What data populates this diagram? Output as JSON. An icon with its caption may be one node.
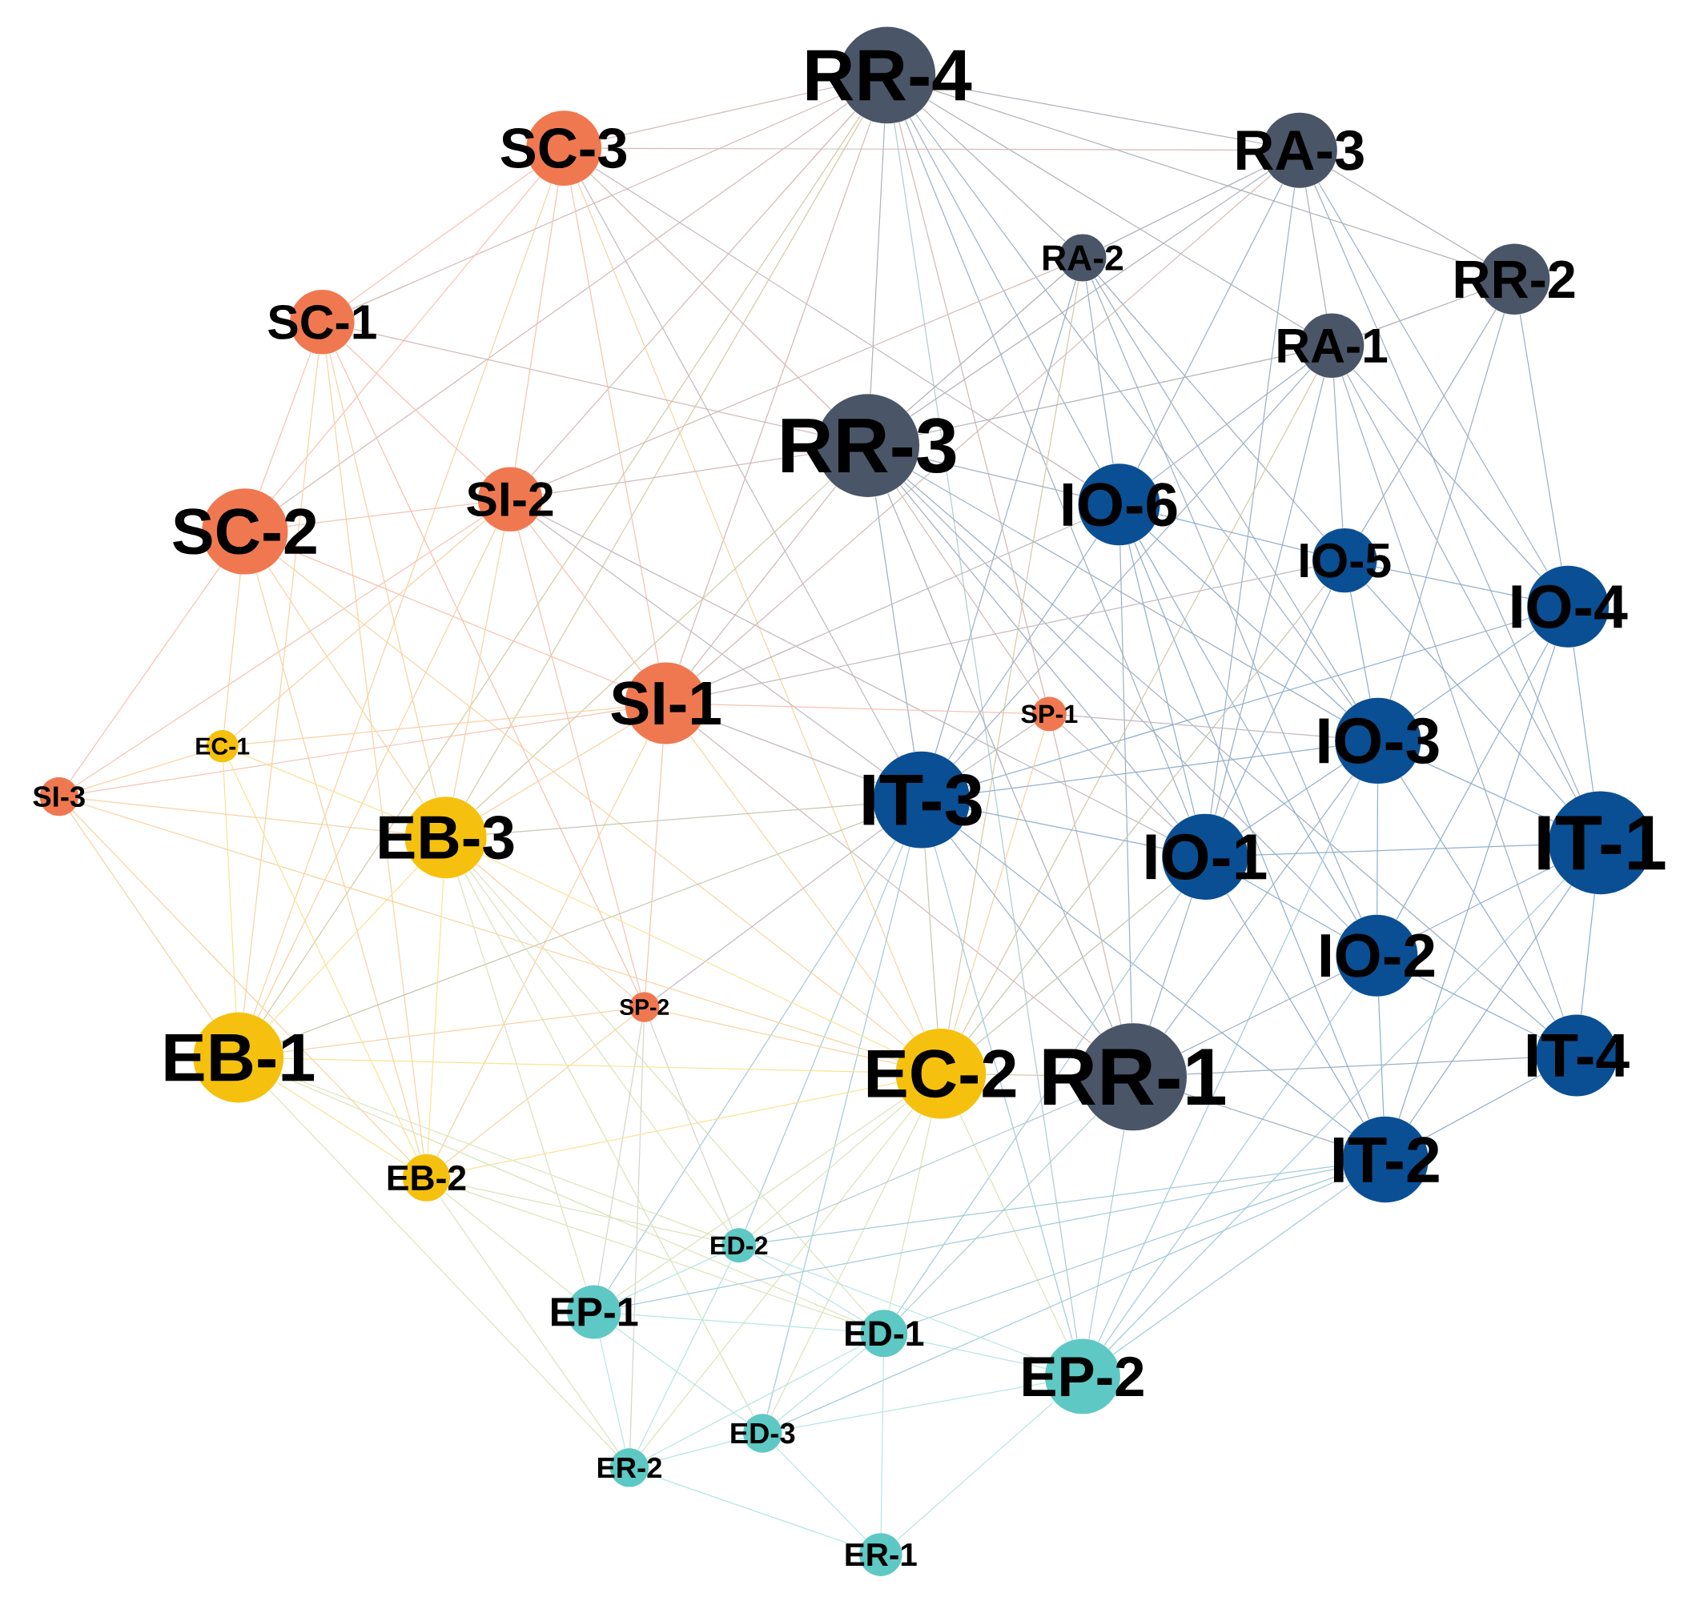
{
  "diagram": {
    "nodes": [
      {
        "text": [
          "RR-4"
        ]
      },
      {
        "text": [
          "SC-3"
        ]
      },
      {
        "text": [
          "RA-3"
        ]
      },
      {
        "text": [
          "RA-2"
        ]
      },
      {
        "text": [
          "RR-2"
        ]
      },
      {
        "text": [
          "SC-1"
        ]
      },
      {
        "text": [
          "RA-1"
        ]
      },
      {
        "text": [
          "RR-3"
        ]
      },
      {
        "text": [
          "SI-2"
        ]
      },
      {
        "text": [
          "IO-6"
        ]
      },
      {
        "text": [
          "SC-2"
        ]
      },
      {
        "text": [
          "IO-5"
        ]
      },
      {
        "text": [
          "IO-4"
        ]
      },
      {
        "text": [
          "SI-1"
        ]
      },
      {
        "text": [
          "SP-1"
        ]
      },
      {
        "text": [
          "EC-1"
        ]
      },
      {
        "text": [
          "IO-3"
        ]
      },
      {
        "text": [
          "IT-3"
        ]
      },
      {
        "text": [
          "SI-3"
        ]
      },
      {
        "text": [
          "EB-3"
        ]
      },
      {
        "text": [
          "IT-1"
        ]
      },
      {
        "text": [
          "IO-1"
        ]
      },
      {
        "text": [
          "IO-2"
        ]
      },
      {
        "text": [
          "SP-2"
        ]
      },
      {
        "text": [
          "EB-1"
        ]
      },
      {
        "text": [
          "EC-2"
        ]
      },
      {
        "text": [
          "IT-4"
        ]
      },
      {
        "text": [
          "RR-1"
        ]
      },
      {
        "text": [
          "IT-2"
        ]
      },
      {
        "text": [
          "EB-2"
        ]
      },
      {
        "text": [
          "ED-2"
        ]
      },
      {
        "text": [
          "EP-1"
        ]
      },
      {
        "text": [
          "ED-1"
        ]
      },
      {
        "text": [
          "EP-2"
        ]
      },
      {
        "text": [
          "ED-3"
        ]
      },
      {
        "text": [
          "ER-2"
        ]
      },
      {
        "text": [
          "ER-1"
        ]
      }
    ],
    "edges": [
      {
        "from": 0,
        "to": 1,
        "arrow": "none",
        "color": "#d3bab6"
      },
      {
        "from": 0,
        "to": 2,
        "arrow": "none",
        "color": "#aeb2bb"
      },
      {
        "from": 0,
        "to": 3,
        "arrow": "none",
        "color": "#aeb2bb"
      },
      {
        "from": 0,
        "to": 4,
        "arrow": "none",
        "color": "#aeb2bb"
      },
      {
        "from": 0,
        "to": 5,
        "arrow": "none",
        "color": "#d3bab6"
      },
      {
        "from": 0,
        "to": 6,
        "arrow": "none",
        "color": "#aeb2bb"
      },
      {
        "from": 0,
        "to": 7,
        "arrow": "none",
        "color": "#aeb2bb"
      },
      {
        "from": 0,
        "to": 8,
        "arrow": "none",
        "color": "#d3bab6"
      },
      {
        "from": 0,
        "to": 9,
        "arrow": "none",
        "color": "#9fb1c5"
      },
      {
        "from": 0,
        "to": 10,
        "arrow": "none",
        "color": "#d3bab6"
      },
      {
        "from": 0,
        "to": 13,
        "arrow": "none",
        "color": "#d3bab6"
      },
      {
        "from": 0,
        "to": 14,
        "arrow": "none",
        "color": "#d3bab6"
      },
      {
        "from": 0,
        "to": 16,
        "arrow": "none",
        "color": "#9fb1c5"
      },
      {
        "from": 0,
        "to": 19,
        "arrow": "none",
        "color": "#d4cba7"
      },
      {
        "from": 0,
        "to": 21,
        "arrow": "none",
        "color": "#9fb1c5"
      },
      {
        "from": 0,
        "to": 24,
        "arrow": "none",
        "color": "#d4cba7"
      },
      {
        "from": 0,
        "to": 33,
        "arrow": "none",
        "color": "#b2ccd0"
      },
      {
        "from": 1,
        "to": 2,
        "arrow": "none",
        "color": "#d3bab6"
      },
      {
        "from": 1,
        "to": 5,
        "arrow": "none",
        "color": "#f8c2b0"
      },
      {
        "from": 1,
        "to": 7,
        "arrow": "none",
        "color": "#d3bab6"
      },
      {
        "from": 1,
        "to": 8,
        "arrow": "none",
        "color": "#f8c2b0"
      },
      {
        "from": 1,
        "to": 9,
        "arrow": "none",
        "color": "#c4b9c0"
      },
      {
        "from": 1,
        "to": 10,
        "arrow": "none",
        "color": "#f8c2b0"
      },
      {
        "from": 1,
        "to": 13,
        "arrow": "none",
        "color": "#f8c2b0"
      },
      {
        "from": 1,
        "to": 17,
        "arrow": "none",
        "color": "#c4b9c0"
      },
      {
        "from": 1,
        "to": 24,
        "arrow": "none",
        "color": "#f9d3a1"
      },
      {
        "from": 1,
        "to": 25,
        "arrow": "none",
        "color": "#f9d3a1"
      },
      {
        "from": 2,
        "to": 3,
        "arrow": "none",
        "color": "#aeb2bb"
      },
      {
        "from": 2,
        "to": 4,
        "arrow": "none",
        "color": "#aeb2bb"
      },
      {
        "from": 2,
        "to": 6,
        "arrow": "none",
        "color": "#aeb2bb"
      },
      {
        "from": 2,
        "to": 7,
        "arrow": "none",
        "color": "#aeb2bb"
      },
      {
        "from": 2,
        "to": 9,
        "arrow": "none",
        "color": "#9fb1c5"
      },
      {
        "from": 2,
        "to": 12,
        "arrow": "none",
        "color": "#9fb1c5"
      },
      {
        "from": 2,
        "to": 13,
        "arrow": "none",
        "color": "#d3bab6"
      },
      {
        "from": 2,
        "to": 20,
        "arrow": "none",
        "color": "#9fb1c5"
      },
      {
        "from": 2,
        "to": 21,
        "arrow": "none",
        "color": "#9fb1c5"
      },
      {
        "from": 3,
        "to": 7,
        "arrow": "none",
        "color": "#aeb2bb"
      },
      {
        "from": 3,
        "to": 8,
        "arrow": "none",
        "color": "#d3bab6"
      },
      {
        "from": 3,
        "to": 9,
        "arrow": "none",
        "color": "#9fb1c5"
      },
      {
        "from": 3,
        "to": 11,
        "arrow": "none",
        "color": "#9fb1c5"
      },
      {
        "from": 3,
        "to": 16,
        "arrow": "none",
        "color": "#9fb1c5"
      },
      {
        "from": 3,
        "to": 17,
        "arrow": "none",
        "color": "#9fb1c5"
      },
      {
        "from": 3,
        "to": 22,
        "arrow": "none",
        "color": "#9fb1c5"
      },
      {
        "from": 3,
        "to": 25,
        "arrow": "none",
        "color": "#d4cba7"
      },
      {
        "from": 4,
        "to": 6,
        "arrow": "none",
        "color": "#aeb2bb"
      },
      {
        "from": 4,
        "to": 11,
        "arrow": "none",
        "color": "#9fb1c5"
      },
      {
        "from": 4,
        "to": 12,
        "arrow": "none",
        "color": "#9fb1c5"
      },
      {
        "from": 4,
        "to": 16,
        "arrow": "none",
        "color": "#9fb1c5"
      },
      {
        "from": 5,
        "to": 7,
        "arrow": "none",
        "color": "#d3bab6"
      },
      {
        "from": 5,
        "to": 8,
        "arrow": "none",
        "color": "#f8c2b0"
      },
      {
        "from": 5,
        "to": 10,
        "arrow": "none",
        "color": "#f8c2b0"
      },
      {
        "from": 5,
        "to": 19,
        "arrow": "none",
        "color": "#f9d3a1"
      },
      {
        "from": 5,
        "to": 23,
        "arrow": "none",
        "color": "#f8c2b0"
      },
      {
        "from": 5,
        "to": 24,
        "arrow": "none",
        "color": "#f9d3a1"
      },
      {
        "from": 5,
        "to": 29,
        "arrow": "none",
        "color": "#f9d3a1"
      },
      {
        "from": 6,
        "to": 7,
        "arrow": "none",
        "color": "#aeb2bb"
      },
      {
        "from": 6,
        "to": 9,
        "arrow": "none",
        "color": "#9fb1c5"
      },
      {
        "from": 6,
        "to": 11,
        "arrow": "none",
        "color": "#9fb1c5"
      },
      {
        "from": 6,
        "to": 12,
        "arrow": "none",
        "color": "#9fb1c5"
      },
      {
        "from": 6,
        "to": 17,
        "arrow": "none",
        "color": "#9fb1c5"
      },
      {
        "from": 6,
        "to": 20,
        "arrow": "none",
        "color": "#9fb1c5"
      },
      {
        "from": 6,
        "to": 21,
        "arrow": "none",
        "color": "#9fb1c5"
      },
      {
        "from": 6,
        "to": 25,
        "arrow": "none",
        "color": "#d4cba7"
      },
      {
        "from": 6,
        "to": 26,
        "arrow": "none",
        "color": "#9fb1c5"
      },
      {
        "from": 7,
        "to": 8,
        "arrow": "none",
        "color": "#d3bab6"
      },
      {
        "from": 7,
        "to": 9,
        "arrow": "none",
        "color": "#9fb1c5"
      },
      {
        "from": 7,
        "to": 13,
        "arrow": "none",
        "color": "#d3bab6"
      },
      {
        "from": 7,
        "to": 14,
        "arrow": "none",
        "color": "#d3bab6"
      },
      {
        "from": 7,
        "to": 16,
        "arrow": "none",
        "color": "#9fb1c5"
      },
      {
        "from": 7,
        "to": 17,
        "arrow": "none",
        "color": "#9fb1c5"
      },
      {
        "from": 7,
        "to": 19,
        "arrow": "none",
        "color": "#d4cba7"
      },
      {
        "from": 7,
        "to": 21,
        "arrow": "none",
        "color": "#9fb1c5"
      },
      {
        "from": 7,
        "to": 22,
        "arrow": "none",
        "color": "#9fb1c5"
      },
      {
        "from": 7,
        "to": 26,
        "arrow": "none",
        "color": "#9fb1c5"
      },
      {
        "from": 7,
        "to": 27,
        "arrow": "none",
        "color": "#aeb2bb"
      },
      {
        "from": 8,
        "to": 10,
        "arrow": "none",
        "color": "#f8c2b0"
      },
      {
        "from": 8,
        "to": 13,
        "arrow": "none",
        "color": "#f8c2b0"
      },
      {
        "from": 8,
        "to": 15,
        "arrow": "none",
        "color": "#f9d3a1"
      },
      {
        "from": 8,
        "to": 17,
        "arrow": "none",
        "color": "#c4b9c0"
      },
      {
        "from": 8,
        "to": 18,
        "arrow": "none",
        "color": "#f8c2b0"
      },
      {
        "from": 8,
        "to": 19,
        "arrow": "none",
        "color": "#f9d3a1"
      },
      {
        "from": 8,
        "to": 21,
        "arrow": "none",
        "color": "#c4b9c0"
      },
      {
        "from": 8,
        "to": 23,
        "arrow": "none",
        "color": "#f8c2b0"
      },
      {
        "from": 8,
        "to": 24,
        "arrow": "none",
        "color": "#f9d3a1"
      },
      {
        "from": 9,
        "to": 11,
        "arrow": "none",
        "color": "#91b0cf"
      },
      {
        "from": 9,
        "to": 13,
        "arrow": "none",
        "color": "#c4b9c0"
      },
      {
        "from": 9,
        "to": 16,
        "arrow": "none",
        "color": "#91b0cf"
      },
      {
        "from": 9,
        "to": 17,
        "arrow": "none",
        "color": "#91b0cf"
      },
      {
        "from": 9,
        "to": 21,
        "arrow": "none",
        "color": "#91b0cf"
      },
      {
        "from": 9,
        "to": 22,
        "arrow": "none",
        "color": "#91b0cf"
      },
      {
        "from": 9,
        "to": 27,
        "arrow": "none",
        "color": "#9fb1c5"
      },
      {
        "from": 9,
        "to": 28,
        "arrow": "none",
        "color": "#91b0cf"
      },
      {
        "from": 10,
        "to": 13,
        "arrow": "none",
        "color": "#f8c2b0"
      },
      {
        "from": 10,
        "to": 15,
        "arrow": "none",
        "color": "#f9d3a1"
      },
      {
        "from": 10,
        "to": 18,
        "arrow": "none",
        "color": "#f8c2b0"
      },
      {
        "from": 10,
        "to": 19,
        "arrow": "none",
        "color": "#f9d3a1"
      },
      {
        "from": 10,
        "to": 25,
        "arrow": "none",
        "color": "#f9d3a1"
      },
      {
        "from": 10,
        "to": 29,
        "arrow": "none",
        "color": "#f9d3a1"
      },
      {
        "from": 11,
        "to": 12,
        "arrow": "none",
        "color": "#91b0cf"
      },
      {
        "from": 11,
        "to": 13,
        "arrow": "none",
        "color": "#c4b9c0"
      },
      {
        "from": 11,
        "to": 16,
        "arrow": "none",
        "color": "#91b0cf"
      },
      {
        "from": 11,
        "to": 20,
        "arrow": "none",
        "color": "#91b0cf"
      },
      {
        "from": 11,
        "to": 21,
        "arrow": "none",
        "color": "#91b0cf"
      },
      {
        "from": 11,
        "to": 25,
        "arrow": "none",
        "color": "#c6c9b1"
      },
      {
        "from": 12,
        "to": 16,
        "arrow": "none",
        "color": "#91b0cf"
      },
      {
        "from": 12,
        "to": 17,
        "arrow": "none",
        "color": "#91b0cf"
      },
      {
        "from": 12,
        "to": 20,
        "arrow": "none",
        "color": "#91b0cf"
      },
      {
        "from": 12,
        "to": 22,
        "arrow": "none",
        "color": "#91b0cf"
      },
      {
        "from": 12,
        "to": 28,
        "arrow": "none",
        "color": "#91b0cf"
      },
      {
        "from": 13,
        "to": 14,
        "arrow": "none",
        "color": "#f8c2b0"
      },
      {
        "from": 13,
        "to": 15,
        "arrow": "none",
        "color": "#f9d3a1"
      },
      {
        "from": 13,
        "to": 17,
        "arrow": "none",
        "color": "#c4b9c0"
      },
      {
        "from": 13,
        "to": 18,
        "arrow": "none",
        "color": "#f8c2b0"
      },
      {
        "from": 13,
        "to": 19,
        "arrow": "none",
        "color": "#f9d3a1"
      },
      {
        "from": 13,
        "to": 23,
        "arrow": "none",
        "color": "#f8c2b0"
      },
      {
        "from": 13,
        "to": 25,
        "arrow": "none",
        "color": "#f9d3a1"
      },
      {
        "from": 13,
        "to": 27,
        "arrow": "none",
        "color": "#d3bab6"
      },
      {
        "from": 13,
        "to": 29,
        "arrow": "none",
        "color": "#f9d3a1"
      },
      {
        "from": 14,
        "to": 16,
        "arrow": "none",
        "color": "#c4b9c0"
      },
      {
        "from": 14,
        "to": 17,
        "arrow": "none",
        "color": "#c4b9c0"
      },
      {
        "from": 14,
        "to": 21,
        "arrow": "none",
        "color": "#c4b9c0"
      },
      {
        "from": 14,
        "to": 25,
        "arrow": "none",
        "color": "#f9d3a1"
      },
      {
        "from": 14,
        "to": 27,
        "arrow": "none",
        "color": "#d3bab6"
      },
      {
        "from": 15,
        "to": 18,
        "arrow": "none",
        "color": "#f9d3a1"
      },
      {
        "from": 15,
        "to": 19,
        "arrow": "none",
        "color": "#fae393"
      },
      {
        "from": 15,
        "to": 24,
        "arrow": "none",
        "color": "#fae393"
      },
      {
        "from": 15,
        "to": 29,
        "arrow": "none",
        "color": "#fae393"
      },
      {
        "from": 16,
        "to": 17,
        "arrow": "none",
        "color": "#91b0cf"
      },
      {
        "from": 16,
        "to": 20,
        "arrow": "none",
        "color": "#91b0cf"
      },
      {
        "from": 16,
        "to": 21,
        "arrow": "none",
        "color": "#91b0cf"
      },
      {
        "from": 16,
        "to": 22,
        "arrow": "none",
        "color": "#91b0cf"
      },
      {
        "from": 16,
        "to": 26,
        "arrow": "none",
        "color": "#91b0cf"
      },
      {
        "from": 16,
        "to": 27,
        "arrow": "none",
        "color": "#9fb1c5"
      },
      {
        "from": 16,
        "to": 33,
        "arrow": "none",
        "color": "#a4cbda"
      },
      {
        "from": 17,
        "to": 19,
        "arrow": "none",
        "color": "#c6c9b1"
      },
      {
        "from": 17,
        "to": 21,
        "arrow": "none",
        "color": "#91b0cf"
      },
      {
        "from": 17,
        "to": 23,
        "arrow": "none",
        "color": "#c4b9c0"
      },
      {
        "from": 17,
        "to": 24,
        "arrow": "none",
        "color": "#c6c9b1"
      },
      {
        "from": 17,
        "to": 25,
        "arrow": "none",
        "color": "#c6c9b1"
      },
      {
        "from": 17,
        "to": 27,
        "arrow": "none",
        "color": "#9fb1c5"
      },
      {
        "from": 17,
        "to": 28,
        "arrow": "none",
        "color": "#91b0cf"
      },
      {
        "from": 17,
        "to": 30,
        "arrow": "none",
        "color": "#a4cbda"
      },
      {
        "from": 17,
        "to": 31,
        "arrow": "none",
        "color": "#a4cbda"
      },
      {
        "from": 17,
        "to": 33,
        "arrow": "none",
        "color": "#a4cbda"
      },
      {
        "from": 17,
        "to": 34,
        "arrow": "none",
        "color": "#a4cbda"
      },
      {
        "from": 18,
        "to": 19,
        "arrow": "none",
        "color": "#f9d3a1"
      },
      {
        "from": 18,
        "to": 24,
        "arrow": "none",
        "color": "#f9d3a1"
      },
      {
        "from": 18,
        "to": 25,
        "arrow": "none",
        "color": "#f9d3a1"
      },
      {
        "from": 18,
        "to": 29,
        "arrow": "none",
        "color": "#f9d3a1"
      },
      {
        "from": 19,
        "to": 23,
        "arrow": "none",
        "color": "#f9d3a1"
      },
      {
        "from": 19,
        "to": 24,
        "arrow": "none",
        "color": "#fae393"
      },
      {
        "from": 19,
        "to": 25,
        "arrow": "none",
        "color": "#fae393"
      },
      {
        "from": 19,
        "to": 29,
        "arrow": "none",
        "color": "#fae393"
      },
      {
        "from": 19,
        "to": 30,
        "arrow": "none",
        "color": "#d9e5bc"
      },
      {
        "from": 19,
        "to": 31,
        "arrow": "none",
        "color": "#d9e5bc"
      },
      {
        "from": 19,
        "to": 32,
        "arrow": "none",
        "color": "#d9e5bc"
      },
      {
        "from": 19,
        "to": 34,
        "arrow": "none",
        "color": "#d9e5bc"
      },
      {
        "from": 20,
        "to": 21,
        "arrow": "none",
        "color": "#91b0cf"
      },
      {
        "from": 20,
        "to": 22,
        "arrow": "none",
        "color": "#91b0cf"
      },
      {
        "from": 20,
        "to": 26,
        "arrow": "none",
        "color": "#91b0cf"
      },
      {
        "from": 20,
        "to": 28,
        "arrow": "none",
        "color": "#91b0cf"
      },
      {
        "from": 20,
        "to": 33,
        "arrow": "none",
        "color": "#a4cbda"
      },
      {
        "from": 21,
        "to": 22,
        "arrow": "none",
        "color": "#91b0cf"
      },
      {
        "from": 21,
        "to": 25,
        "arrow": "none",
        "color": "#c6c9b1"
      },
      {
        "from": 21,
        "to": 27,
        "arrow": "none",
        "color": "#9fb1c5"
      },
      {
        "from": 21,
        "to": 28,
        "arrow": "none",
        "color": "#91b0cf"
      },
      {
        "from": 21,
        "to": 32,
        "arrow": "none",
        "color": "#a4cbda"
      },
      {
        "from": 22,
        "to": 26,
        "arrow": "none",
        "color": "#91b0cf"
      },
      {
        "from": 22,
        "to": 27,
        "arrow": "none",
        "color": "#9fb1c5"
      },
      {
        "from": 22,
        "to": 28,
        "arrow": "none",
        "color": "#91b0cf"
      },
      {
        "from": 22,
        "to": 33,
        "arrow": "none",
        "color": "#a4cbda"
      },
      {
        "from": 23,
        "to": 24,
        "arrow": "none",
        "color": "#f9d3a1"
      },
      {
        "from": 23,
        "to": 25,
        "arrow": "none",
        "color": "#f9d3a1"
      },
      {
        "from": 23,
        "to": 29,
        "arrow": "none",
        "color": "#f9d3a1"
      },
      {
        "from": 23,
        "to": 30,
        "arrow": "none",
        "color": "#d7d4ca"
      },
      {
        "from": 23,
        "to": 31,
        "arrow": "none",
        "color": "#d7d4ca"
      },
      {
        "from": 23,
        "to": 35,
        "arrow": "none",
        "color": "#d7d4ca"
      },
      {
        "from": 24,
        "to": 25,
        "arrow": "none",
        "color": "#fae393"
      },
      {
        "from": 24,
        "to": 29,
        "arrow": "none",
        "color": "#fae393"
      },
      {
        "from": 24,
        "to": 30,
        "arrow": "none",
        "color": "#d9e5bc"
      },
      {
        "from": 24,
        "to": 32,
        "arrow": "none",
        "color": "#d9e5bc"
      },
      {
        "from": 24,
        "to": 35,
        "arrow": "none",
        "color": "#d9e5bc"
      },
      {
        "from": 25,
        "to": 27,
        "arrow": "none",
        "color": "#d4cba7"
      },
      {
        "from": 25,
        "to": 29,
        "arrow": "none",
        "color": "#fae393"
      },
      {
        "from": 25,
        "to": 30,
        "arrow": "none",
        "color": "#d9e5bc"
      },
      {
        "from": 25,
        "to": 31,
        "arrow": "none",
        "color": "#d9e5bc"
      },
      {
        "from": 25,
        "to": 32,
        "arrow": "none",
        "color": "#d9e5bc"
      },
      {
        "from": 25,
        "to": 33,
        "arrow": "none",
        "color": "#d9e5bc"
      },
      {
        "from": 25,
        "to": 34,
        "arrow": "none",
        "color": "#d9e5bc"
      },
      {
        "from": 25,
        "to": 35,
        "arrow": "none",
        "color": "#d9e5bc"
      },
      {
        "from": 26,
        "to": 27,
        "arrow": "none",
        "color": "#9fb1c5"
      },
      {
        "from": 26,
        "to": 28,
        "arrow": "none",
        "color": "#91b0cf"
      },
      {
        "from": 27,
        "to": 28,
        "arrow": "none",
        "color": "#9fb1c5"
      },
      {
        "from": 27,
        "to": 30,
        "arrow": "none",
        "color": "#b2ccd0"
      },
      {
        "from": 27,
        "to": 32,
        "arrow": "none",
        "color": "#b2ccd0"
      },
      {
        "from": 27,
        "to": 33,
        "arrow": "none",
        "color": "#b2ccd0"
      },
      {
        "from": 28,
        "to": 30,
        "arrow": "none",
        "color": "#a4cbda"
      },
      {
        "from": 28,
        "to": 31,
        "arrow": "none",
        "color": "#a4cbda"
      },
      {
        "from": 28,
        "to": 32,
        "arrow": "none",
        "color": "#a4cbda"
      },
      {
        "from": 28,
        "to": 33,
        "arrow": "none",
        "color": "#a4cbda"
      },
      {
        "from": 28,
        "to": 34,
        "arrow": "none",
        "color": "#a4cbda"
      },
      {
        "from": 29,
        "to": 30,
        "arrow": "none",
        "color": "#d9e5bc"
      },
      {
        "from": 29,
        "to": 31,
        "arrow": "none",
        "color": "#d9e5bc"
      },
      {
        "from": 29,
        "to": 32,
        "arrow": "none",
        "color": "#d9e5bc"
      },
      {
        "from": 29,
        "to": 35,
        "arrow": "none",
        "color": "#d9e5bc"
      },
      {
        "from": 30,
        "to": 31,
        "arrow": "none",
        "color": "#b7e6e4"
      },
      {
        "from": 30,
        "to": 32,
        "arrow": "none",
        "color": "#b7e6e4"
      },
      {
        "from": 30,
        "to": 33,
        "arrow": "none",
        "color": "#b7e6e4"
      },
      {
        "from": 30,
        "to": 35,
        "arrow": "none",
        "color": "#b7e6e4"
      },
      {
        "from": 31,
        "to": 32,
        "arrow": "none",
        "color": "#b7e6e4"
      },
      {
        "from": 31,
        "to": 34,
        "arrow": "none",
        "color": "#b7e6e4"
      },
      {
        "from": 31,
        "to": 35,
        "arrow": "none",
        "color": "#b7e6e4"
      },
      {
        "from": 32,
        "to": 33,
        "arrow": "none",
        "color": "#b7e6e4"
      },
      {
        "from": 32,
        "to": 34,
        "arrow": "none",
        "color": "#b7e6e4"
      },
      {
        "from": 32,
        "to": 35,
        "arrow": "none",
        "color": "#b7e6e4"
      },
      {
        "from": 32,
        "to": 36,
        "arrow": "none",
        "color": "#b7e6e4"
      },
      {
        "from": 33,
        "to": 34,
        "arrow": "none",
        "color": "#b7e6e4"
      },
      {
        "from": 33,
        "to": 36,
        "arrow": "none",
        "color": "#b7e6e4"
      },
      {
        "from": 34,
        "to": 35,
        "arrow": "none",
        "color": "#b7e6e4"
      },
      {
        "from": 34,
        "to": 36,
        "arrow": "none",
        "color": "#b7e6e4"
      },
      {
        "from": 35,
        "to": 36,
        "arrow": "none",
        "color": "#b7e6e4"
      }
    ]
  }
}
